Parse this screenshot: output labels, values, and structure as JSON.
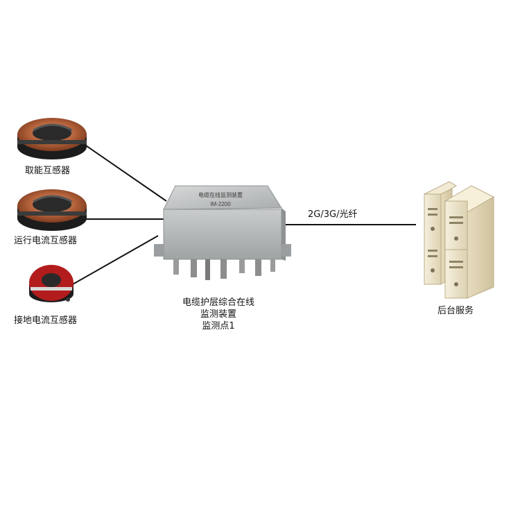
{
  "diagram": {
    "sensors": [
      {
        "id": "energy",
        "label": "取能互感器"
      },
      {
        "id": "operating",
        "label": "运行电流互感器"
      },
      {
        "id": "grounding",
        "label": "接地电流互感器"
      }
    ],
    "device": {
      "plate_title": "电缆在线监测装置",
      "plate_model": "IM-2200",
      "caption_line1": "电缆护层综合在线",
      "caption_line2": "监测装置",
      "caption_line3": "监测点1"
    },
    "link_label": "2G/3G/光纤",
    "server_label": "后台服务",
    "colors": {
      "line": "#111111",
      "box": "#b9bcbc",
      "ring_copper": "#b4623a",
      "ring_red": "#b21c1c",
      "server": "#efe7d0"
    }
  }
}
